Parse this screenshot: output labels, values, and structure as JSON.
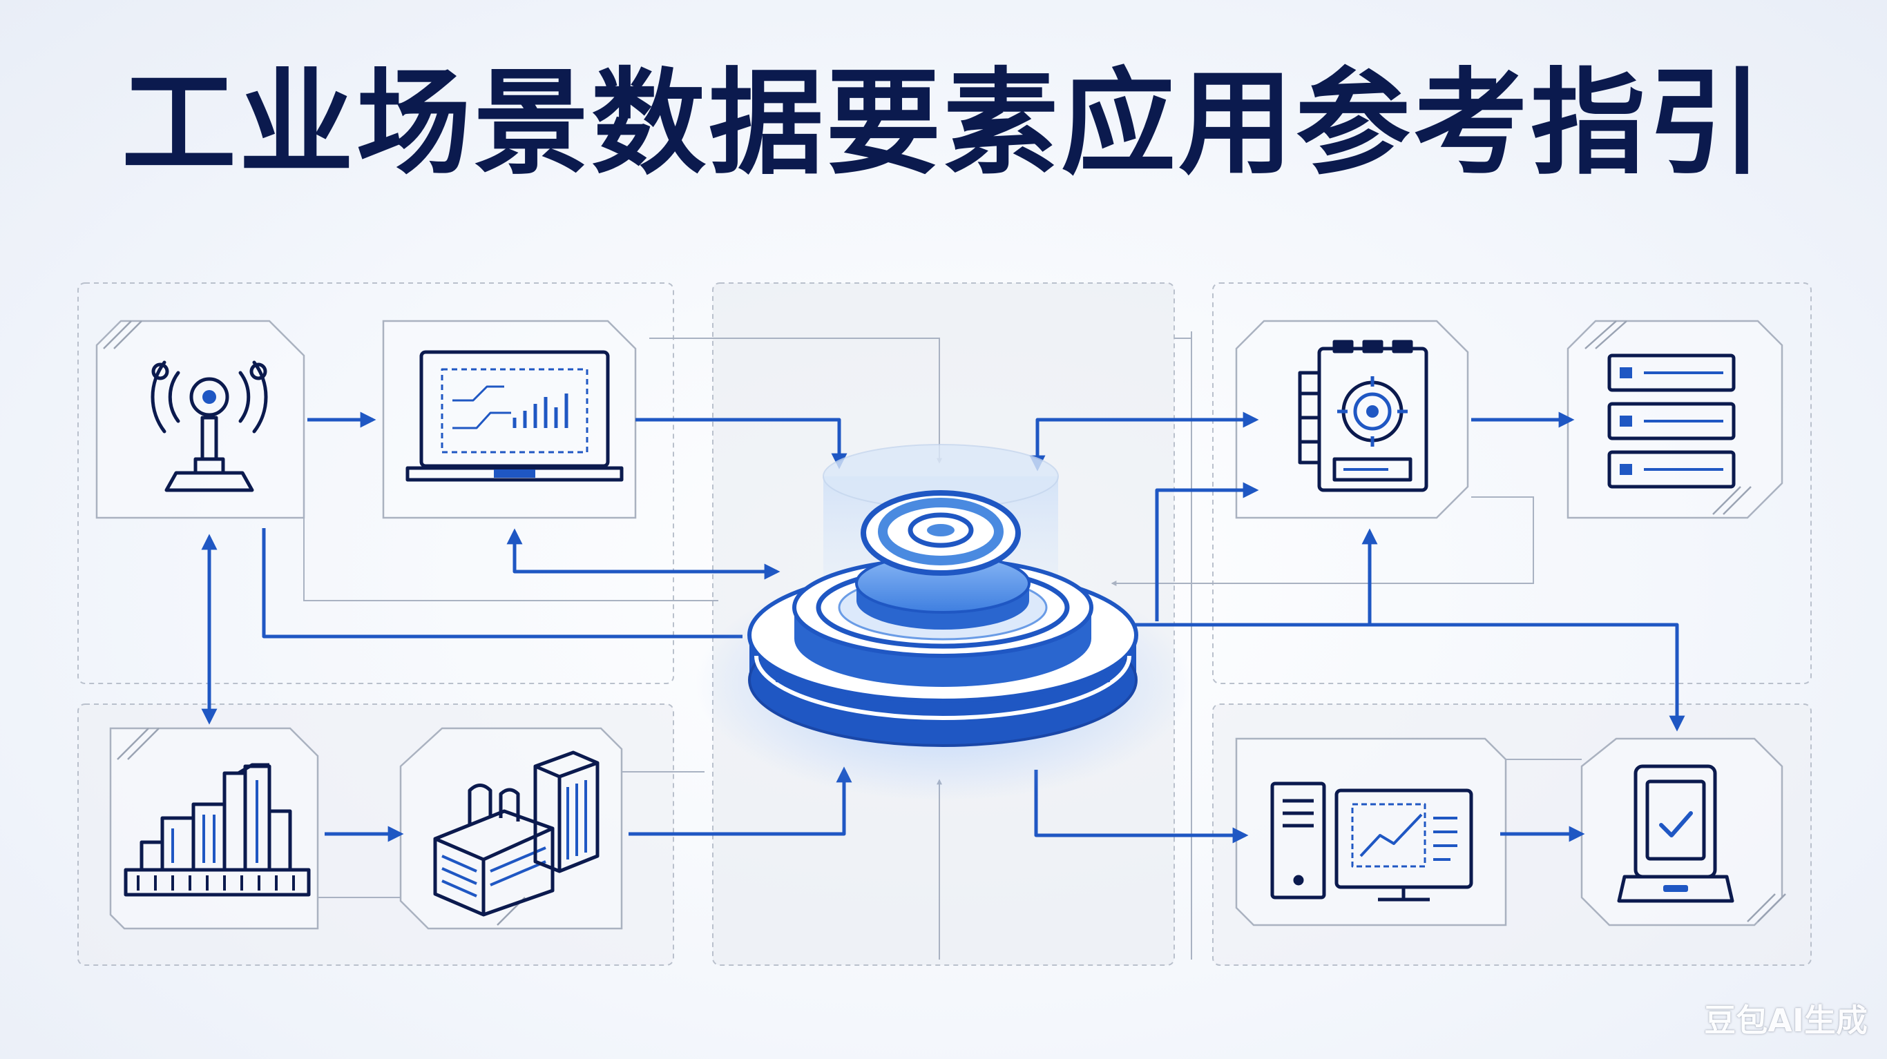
{
  "title": "工业场景数据要素应用参考指引",
  "watermark": "豆包AI生成",
  "colors": {
    "ink": "#0b1a4e",
    "accent": "#1f57c3",
    "accent_light": "#4a8ae0",
    "frame": "#b8bfcc",
    "background": "#f4f7fc"
  },
  "nodes": [
    {
      "id": "sensor-tower",
      "icon": "antenna-icon"
    },
    {
      "id": "monitor-laptop",
      "icon": "laptop-chart-icon"
    },
    {
      "id": "city-buildings",
      "icon": "buildings-icon"
    },
    {
      "id": "factory",
      "icon": "factory-icon"
    },
    {
      "id": "data-hub",
      "icon": "platform-hub-icon"
    },
    {
      "id": "control-device",
      "icon": "control-panel-icon"
    },
    {
      "id": "server-rack",
      "icon": "server-icon"
    },
    {
      "id": "workstation",
      "icon": "desktop-analytics-icon"
    },
    {
      "id": "tablet",
      "icon": "tablet-check-icon"
    }
  ]
}
